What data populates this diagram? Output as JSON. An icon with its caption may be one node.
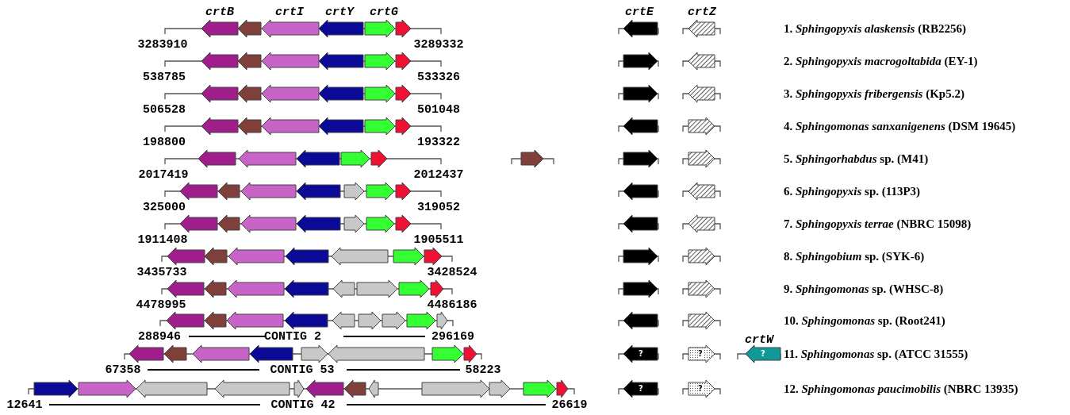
{
  "diagram": {
    "labels": [
      "crtB",
      "crtI",
      "crtY",
      "crtG",
      "crtE",
      "crtZ",
      "1. *Sphingopyxis alaskensis* (RB2256)",
      "3283910",
      "3289332",
      "2. *Sphingopyxis macrogoltabida* (EY-1)",
      "538785",
      "533326",
      "3. *Sphingopyxis fribergensis* (Kp5.2)",
      "506528",
      "501048",
      "4. *Sphingomonas sanxanigenens* (DSM 19645)",
      "198800",
      "193322",
      "5. *Sphingorhabdus* sp. (M41)",
      "2017419",
      "2012437",
      "6. *Sphingopyxis* sp. (113P3)",
      "325000",
      "319052",
      "7. *Sphingopyxis terrae* (NBRC 15098)",
      "1911408",
      "1905511",
      "8. *Sphingobium* sp. (SYK-6)",
      "3435733",
      "3428524",
      "9. *Sphingomonas* sp. (WHSC-8)",
      "4478995",
      "4486186",
      "10. *Sphingomonas* sp. (Root241)",
      "288946",
      "CONTIG 2",
      "296169",
      "crtW",
      "?",
      "?",
      "?",
      "11. *Sphingomonas* sp. (ATCC 31555)",
      "67358",
      "CONTIG 53",
      "58223",
      "?",
      "?",
      "12. *Sphingomonas paucimobilis* (NBRC 13935)",
      "12641",
      "CONTIG 42",
      "26619"
    ]
  }
}
